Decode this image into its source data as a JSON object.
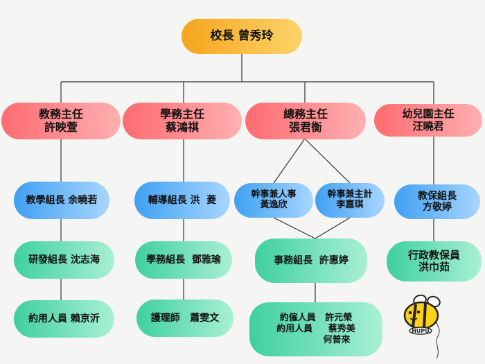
{
  "principal": {
    "line1": "校長 曾秀玲"
  },
  "directors": [
    {
      "line1": "教務主任",
      "line2": "許映萱"
    },
    {
      "line1": "學務主任",
      "line2": "蔡鴻祺"
    },
    {
      "line1": "總務主任",
      "line2": "張君衡"
    },
    {
      "line1": "幼兒園主任",
      "line2": "汪曉君"
    }
  ],
  "academic": [
    {
      "line1": "教學組長 余曉若"
    },
    {
      "line1": "研發組長 沈志海"
    },
    {
      "line1": "約用人員 賴京沂"
    }
  ],
  "student": [
    {
      "line1": "輔導組長 洪  菱"
    },
    {
      "line1": "學務組長  鄧雅瑜"
    },
    {
      "line1": "護理師   蕭雯文"
    }
  ],
  "general": {
    "officer_personnel": {
      "line1": "幹事兼人事",
      "line2": "黃逸欣"
    },
    "officer_accounting": {
      "line1": "幹事兼主計",
      "line2": "李嘉琪"
    },
    "affairs_leader": {
      "line1": "事務組長  許惠婷"
    },
    "staff": {
      "line1": "約僱人員   許元榮",
      "line2": "約用人員     蔡秀美",
      "line3": "何普來"
    }
  },
  "kindergarten": [
    {
      "line1": "教保組長",
      "line2": "方敬婷"
    },
    {
      "line1": "行政教保員",
      "line2": "洪巾茹"
    }
  ],
  "logo": {
    "text": "HUPU",
    "icon": "bee-icon"
  },
  "colors": {
    "line": "#333333",
    "orange": "#f6a51c",
    "red": "#ff6b70",
    "blue": "#3fa0f2",
    "green": "#3fd0a0"
  }
}
